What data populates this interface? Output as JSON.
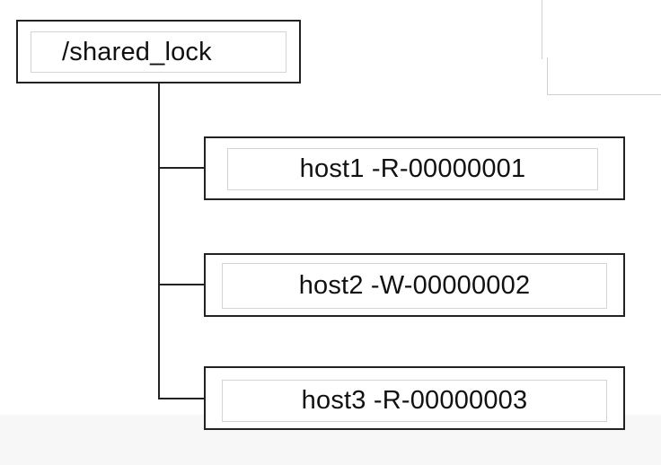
{
  "diagram": {
    "root": {
      "label": "/shared_lock"
    },
    "children": [
      {
        "label": "host1 -R-00000001"
      },
      {
        "label": "host2 -W-00000002"
      },
      {
        "label": "host3 -R-00000003"
      }
    ]
  },
  "colors": {
    "border": "#222222",
    "inner_border": "#d4d4d4",
    "text": "#111111",
    "background": "#ffffff"
  }
}
